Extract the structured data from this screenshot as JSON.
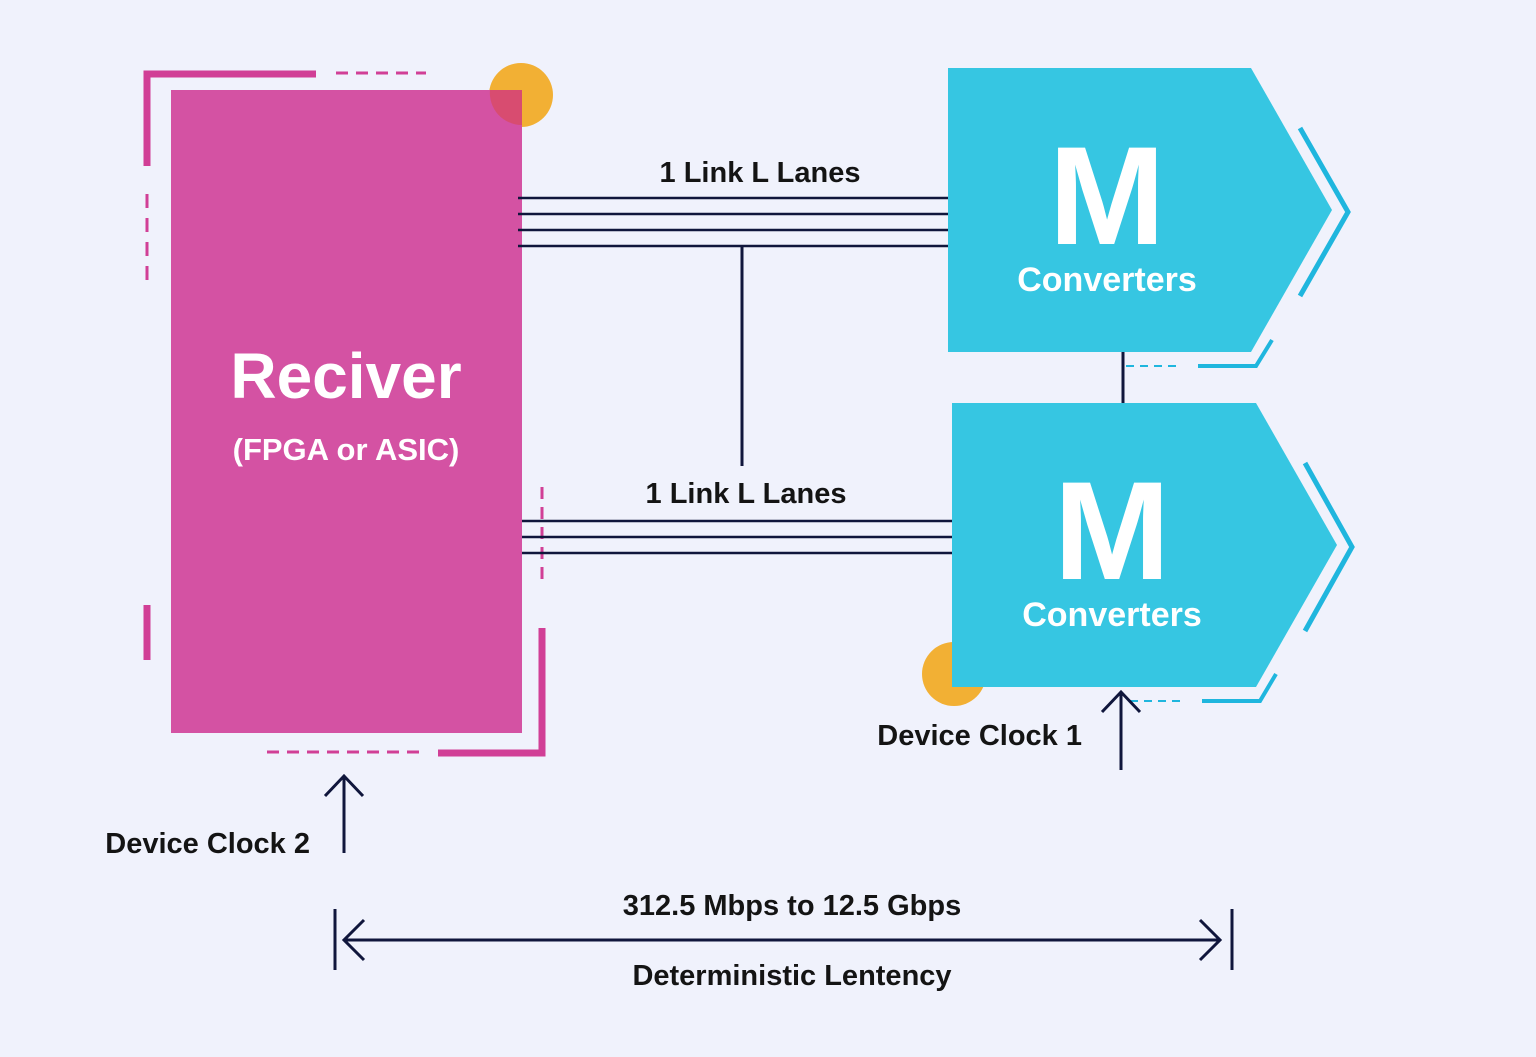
{
  "receiver": {
    "title": "Reciver",
    "subtitle": "(FPGA or ASIC)"
  },
  "converters": [
    {
      "letter": "M",
      "label": "Converters"
    },
    {
      "letter": "M",
      "label": "Converters"
    }
  ],
  "links": [
    {
      "label": "1 Link L Lanes"
    },
    {
      "label": "1 Link L Lanes"
    }
  ],
  "clocks": {
    "device_clock_1": "Device Clock 1",
    "device_clock_2": "Device Clock 2"
  },
  "latency": {
    "rate": "312.5 Mbps to 12.5 Gbps",
    "caption": "Deterministic Lentency"
  },
  "colors": {
    "background": "#f0f2fc",
    "receiver": "#d452a3",
    "receiver_frame": "#d13f96",
    "converter": "#36c6e2",
    "converter_accent": "#1fb6de",
    "dot": "#f2b034",
    "line": "#10163c"
  }
}
